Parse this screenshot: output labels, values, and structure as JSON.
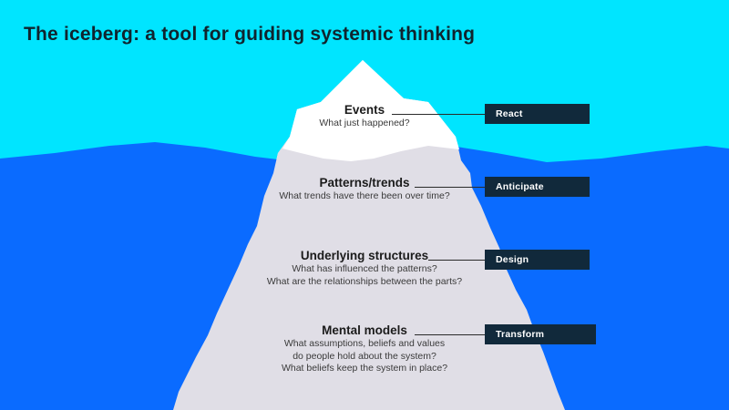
{
  "page": {
    "title": "The iceberg: a tool for guiding systemic thinking"
  },
  "colors": {
    "sky": "#00e5ff",
    "water": "#0a6bff",
    "ice_above": "#ffffff",
    "ice_below": "#e0dee6",
    "badge_bg": "#11293b",
    "badge_text": "#ffffff",
    "heading_text": "#1b1b1b",
    "question_text": "#3a3a3a",
    "title_text": "#10242e",
    "leader_line": "#2a2a2a"
  },
  "layers": [
    {
      "heading": "Events",
      "questions": [
        "What just happened?"
      ],
      "badge": "React"
    },
    {
      "heading": "Patterns/trends",
      "questions": [
        "What trends have there been over time?"
      ],
      "badge": "Anticipate"
    },
    {
      "heading": "Underlying structures",
      "questions": [
        "What has influenced the patterns?",
        "What are the relationships between the parts?"
      ],
      "badge": "Design"
    },
    {
      "heading": "Mental models",
      "questions": [
        "What assumptions, beliefs and values",
        "do people hold about the system?",
        "What beliefs keep the system in place?"
      ],
      "badge": "Transform"
    }
  ]
}
